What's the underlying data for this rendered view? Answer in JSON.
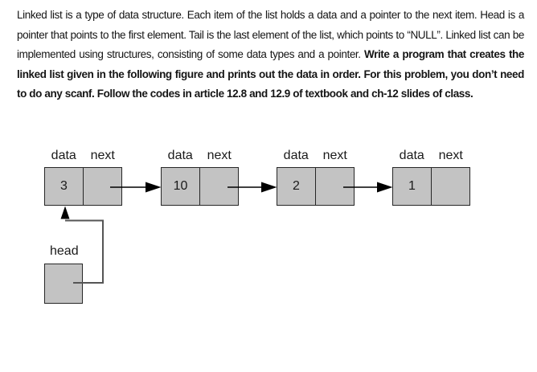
{
  "document": {
    "problem_statement": {
      "intro_text": "Linked list is a type of data structure. Each item of the list holds a data and a pointer to the next item. Head is a pointer that points to the first element. Tail is the last element of the list, which points to “NULL”. Linked list can be implemented using structures, consisting of some data types and a pointer. ",
      "task_text_bold": "Write a program that creates the linked list given in the following figure and prints out the data in order. For this problem, you don’t need to do any scanf. Follow the codes in article 12.8 and 12.9 of textbook and ch-12 slides of class."
    }
  },
  "figure": {
    "field_labels": {
      "data": "data",
      "next": "next"
    },
    "nodes": [
      {
        "data": "3"
      },
      {
        "data": "10"
      },
      {
        "data": "2"
      },
      {
        "data": "1"
      }
    ],
    "head_label": "head",
    "colors": {
      "node_fill": "#c3c3c3",
      "node_border": "#262626",
      "arrow_color": "#000000",
      "head_connector_color": "#555555"
    }
  }
}
